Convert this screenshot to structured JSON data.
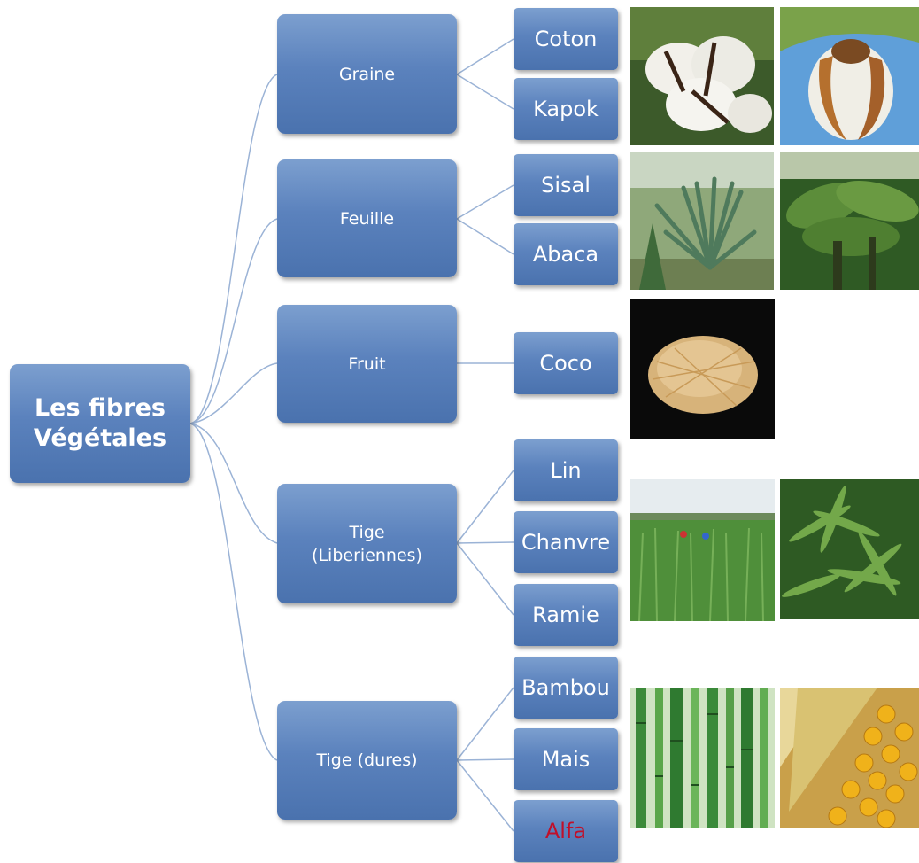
{
  "root": {
    "label": "Les fibres\nVégétales"
  },
  "categories": [
    {
      "label": "Graine",
      "children": [
        "Coton",
        "Kapok"
      ],
      "photos": [
        "cotton-boll-photo",
        "kapok-pod-photo"
      ]
    },
    {
      "label": "Feuille",
      "children": [
        "Sisal",
        "Abaca"
      ],
      "photos": [
        "sisal-plant-photo",
        "abaca-plant-photo"
      ]
    },
    {
      "label": "Fruit",
      "children": [
        "Coco"
      ],
      "photos": [
        "coconut-fiber-photo"
      ]
    },
    {
      "label": "Tige\n(Liberiennes)",
      "children": [
        "Lin",
        "Chanvre",
        "Ramie"
      ],
      "photos": [
        "flax-field-photo",
        "hemp-leaves-photo"
      ]
    },
    {
      "label": "Tige (dures)",
      "children": [
        "Bambou",
        "Mais",
        "Alfa"
      ],
      "photos": [
        "bamboo-stems-photo",
        "corn-cob-photo"
      ]
    }
  ],
  "colors": {
    "box_top": "#7c9fcf",
    "box_bottom": "#4a72ae",
    "box_text": "#ffffff",
    "highlight_text": "#c0102a",
    "connector": "#9bb3d6"
  }
}
